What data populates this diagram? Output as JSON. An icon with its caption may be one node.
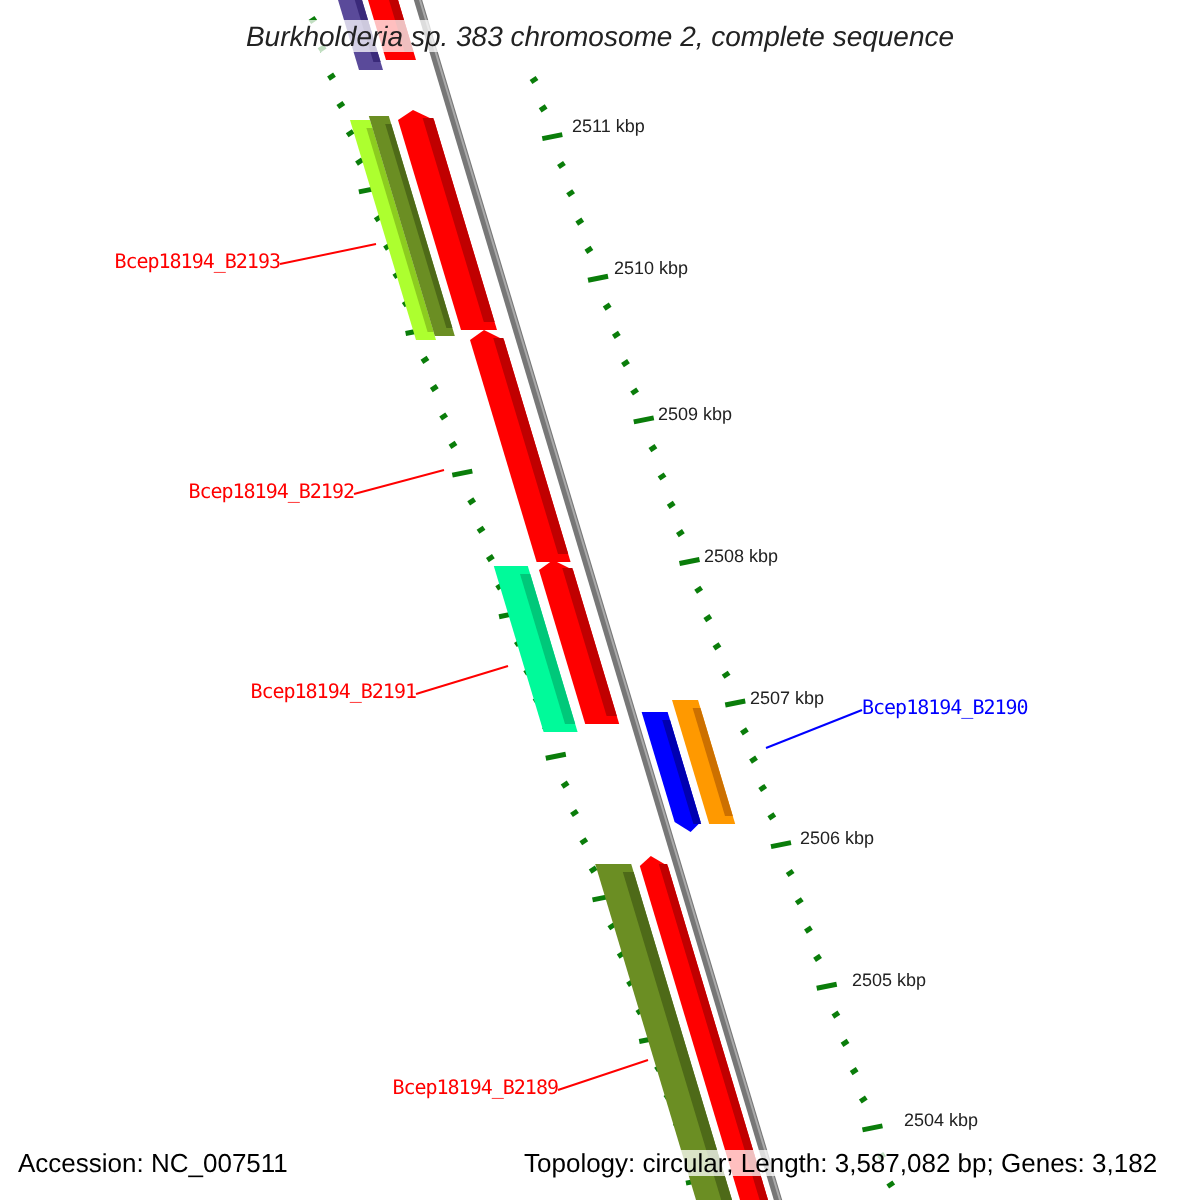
{
  "diagram": {
    "title": "Burkholderia sp. 383 chromosome 2, complete sequence",
    "nodes": [
      {
        "text": [
          "Bcep18194_B2193"
        ]
      },
      {
        "text": [
          "Bcep18194_B2192"
        ]
      },
      {
        "text": [
          "Bcep18194_B2191"
        ]
      },
      {
        "text": [
          "Bcep18194_B2190"
        ]
      },
      {
        "text": [
          "Bcep18194_B2189"
        ]
      }
    ],
    "edges": [
      {
        "from": 0,
        "to": null,
        "arrow": "none"
      },
      {
        "from": 1,
        "to": null,
        "arrow": "none"
      },
      {
        "from": 2,
        "to": null,
        "arrow": "none"
      },
      {
        "from": 3,
        "to": null,
        "arrow": "none",
        "color": "#0000ff"
      },
      {
        "from": 4,
        "to": null,
        "arrow": "none"
      }
    ],
    "labels": [
      "2511 kbp",
      "2510 kbp",
      "2509 kbp",
      "2508 kbp",
      "2507 kbp",
      "2506 kbp",
      "2505 kbp",
      "2504 kbp",
      "Accession: NC_007511",
      "Topology: circular; Length: 3,587,082 bp; Genes: 3,182"
    ]
  }
}
